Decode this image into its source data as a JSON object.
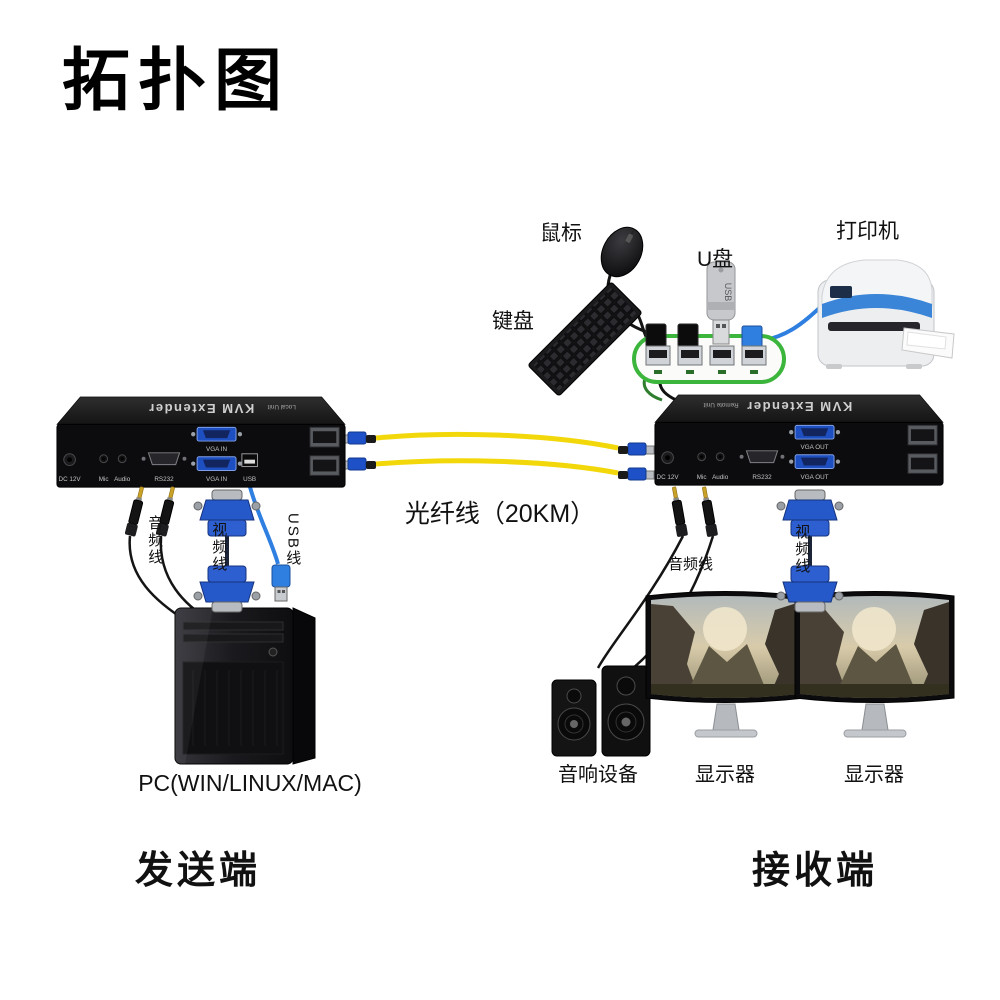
{
  "title": "拓扑图",
  "peripherals": {
    "mouse_label": "鼠标",
    "keyboard_label": "键盘",
    "usb_drive_label": "U盘",
    "usb_drive_text": "USB",
    "printer_label": "打印机"
  },
  "local_unit": {
    "brand": "KVM Extender",
    "unit": "Local Unit",
    "ports": {
      "dc": "DC 12V",
      "mic": "Mic",
      "audio": "Audio",
      "rs232": "RS232",
      "vga1": "VGA IN",
      "vga2": "VGA IN",
      "usb": "USB"
    }
  },
  "remote_unit": {
    "brand": "KVM Extender",
    "unit": "Remote Unit",
    "ports": {
      "dc": "DC 12V",
      "mic": "Mic",
      "audio": "Audio",
      "rs232": "RS232",
      "vga1": "VGA OUT",
      "vga2": "VGA OUT"
    }
  },
  "cables": {
    "fiber": "光纤线（20KM）",
    "audio_left": "音频线",
    "video_left": "视频线",
    "usb_left": "USB线",
    "audio_right": "音频线",
    "video_right": "视频线"
  },
  "endpoints": {
    "pc": "PC(WIN/LINUX/MAC)",
    "sender": "发送端",
    "receiver": "接收端",
    "speakers": "音响设备",
    "monitor1": "显示器",
    "monitor2": "显示器"
  }
}
